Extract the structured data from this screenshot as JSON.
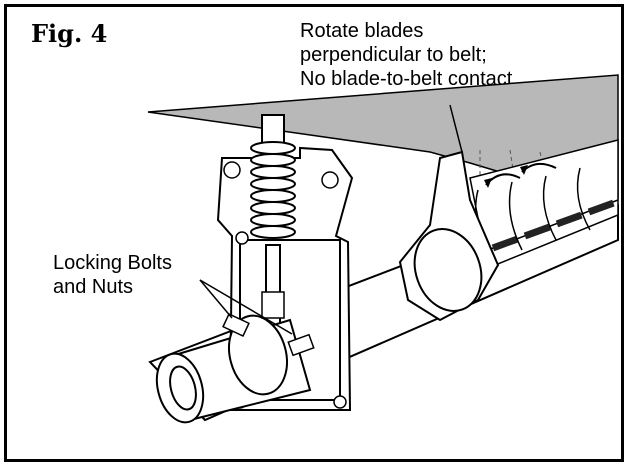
{
  "figure": {
    "title": "Fig. 4"
  },
  "callouts": {
    "rotate_line1": "Rotate blades",
    "rotate_line2": "perpendicular to belt;",
    "rotate_line3": "No blade-to-belt contact",
    "lock_line1": "Locking Bolts",
    "lock_line2": "and Nuts"
  },
  "colors": {
    "belt": "#b8b8b8",
    "line": "#000000",
    "paper": "#ffffff"
  }
}
